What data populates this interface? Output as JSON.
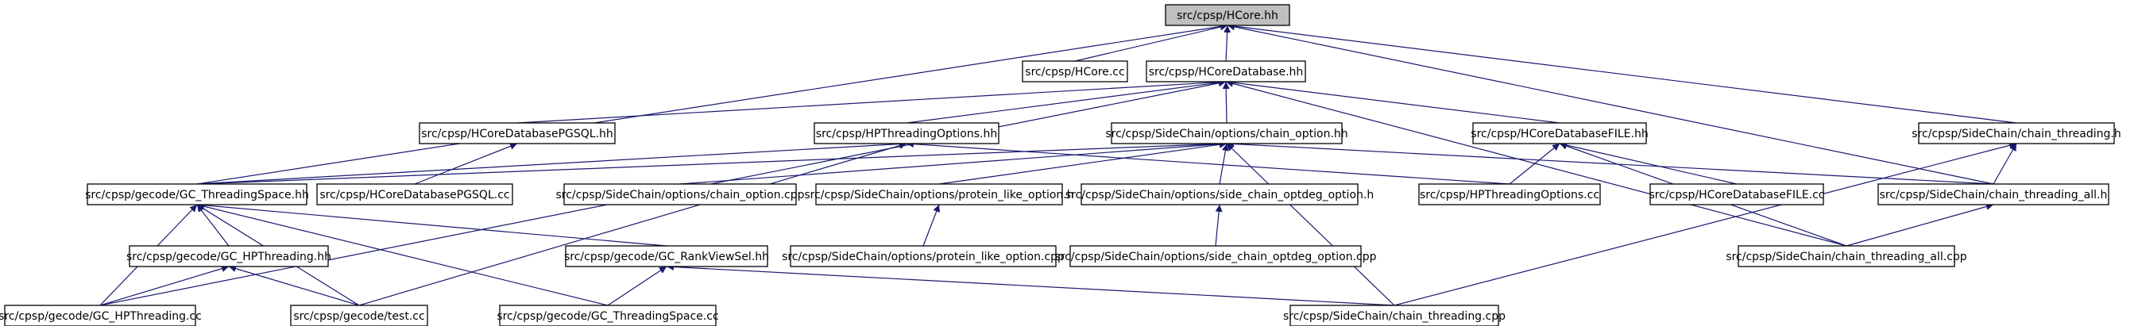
{
  "diagram": {
    "type": "include-dependency-graph",
    "nodes": [
      {
        "id": "n0",
        "label": "src/cpsp/HCore.hh",
        "root": true
      },
      {
        "id": "n1",
        "label": "src/cpsp/HCore.cc"
      },
      {
        "id": "n2",
        "label": "src/cpsp/HCoreDatabase.hh"
      },
      {
        "id": "n3",
        "label": "src/cpsp/SideChain/chain_threading.h"
      },
      {
        "id": "n4",
        "label": "src/cpsp/HCoreDatabasePGSQL.hh"
      },
      {
        "id": "n5",
        "label": "src/cpsp/HPThreadingOptions.hh"
      },
      {
        "id": "n6",
        "label": "src/cpsp/SideChain/options/chain_option.hh"
      },
      {
        "id": "n7",
        "label": "src/cpsp/HCoreDatabaseFILE.hh"
      },
      {
        "id": "n8",
        "label": "src/cpsp/gecode/GC_ThreadingSpace.hh"
      },
      {
        "id": "n9",
        "label": "src/cpsp/HCoreDatabasePGSQL.cc"
      },
      {
        "id": "n10",
        "label": "src/cpsp/SideChain/options/chain_option.cpp"
      },
      {
        "id": "n11",
        "label": "src/cpsp/SideChain/options/protein_like_option.h"
      },
      {
        "id": "n12",
        "label": "src/cpsp/SideChain/options/side_chain_optdeg_option.h"
      },
      {
        "id": "n13",
        "label": "src/cpsp/HPThreadingOptions.cc"
      },
      {
        "id": "n14",
        "label": "src/cpsp/HCoreDatabaseFILE.cc"
      },
      {
        "id": "n15",
        "label": "src/cpsp/SideChain/chain_threading_all.h"
      },
      {
        "id": "n16",
        "label": "src/cpsp/gecode/GC_HPThreading.hh"
      },
      {
        "id": "n17",
        "label": "src/cpsp/gecode/GC_RankViewSel.hh"
      },
      {
        "id": "n18",
        "label": "src/cpsp/SideChain/options/protein_like_option.cpp"
      },
      {
        "id": "n19",
        "label": "src/cpsp/SideChain/options/side_chain_optdeg_option.cpp"
      },
      {
        "id": "n20",
        "label": "src/cpsp/SideChain/chain_threading_all.cpp"
      },
      {
        "id": "n21",
        "label": "src/cpsp/gecode/GC_HPThreading.cc"
      },
      {
        "id": "n22",
        "label": "src/cpsp/gecode/test.cc"
      },
      {
        "id": "n23",
        "label": "src/cpsp/gecode/GC_ThreadingSpace.cc"
      },
      {
        "id": "n24",
        "label": "src/cpsp/SideChain/chain_threading.cpp"
      }
    ],
    "edges": [
      {
        "from": "n1",
        "to": "n0"
      },
      {
        "from": "n2",
        "to": "n0"
      },
      {
        "from": "n3",
        "to": "n0"
      },
      {
        "from": "n8",
        "to": "n0"
      },
      {
        "from": "n15",
        "to": "n0"
      },
      {
        "from": "n4",
        "to": "n2"
      },
      {
        "from": "n5",
        "to": "n2"
      },
      {
        "from": "n6",
        "to": "n2"
      },
      {
        "from": "n7",
        "to": "n2"
      },
      {
        "from": "n20",
        "to": "n2"
      },
      {
        "from": "n21",
        "to": "n2"
      },
      {
        "from": "n9",
        "to": "n4"
      },
      {
        "from": "n8",
        "to": "n5"
      },
      {
        "from": "n13",
        "to": "n5"
      },
      {
        "from": "n22",
        "to": "n5"
      },
      {
        "from": "n10",
        "to": "n6"
      },
      {
        "from": "n11",
        "to": "n6"
      },
      {
        "from": "n12",
        "to": "n6"
      },
      {
        "from": "n8",
        "to": "n6"
      },
      {
        "from": "n15",
        "to": "n6"
      },
      {
        "from": "n24",
        "to": "n6"
      },
      {
        "from": "n13",
        "to": "n7"
      },
      {
        "from": "n14",
        "to": "n7"
      },
      {
        "from": "n20",
        "to": "n7"
      },
      {
        "from": "n15",
        "to": "n3"
      },
      {
        "from": "n24",
        "to": "n3"
      },
      {
        "from": "n16",
        "to": "n8"
      },
      {
        "from": "n17",
        "to": "n8"
      },
      {
        "from": "n21",
        "to": "n8"
      },
      {
        "from": "n22",
        "to": "n8"
      },
      {
        "from": "n23",
        "to": "n8"
      },
      {
        "from": "n18",
        "to": "n11"
      },
      {
        "from": "n19",
        "to": "n12"
      },
      {
        "from": "n20",
        "to": "n15"
      },
      {
        "from": "n21",
        "to": "n16"
      },
      {
        "from": "n22",
        "to": "n16"
      },
      {
        "from": "n23",
        "to": "n17"
      },
      {
        "from": "n24",
        "to": "n17"
      }
    ]
  }
}
